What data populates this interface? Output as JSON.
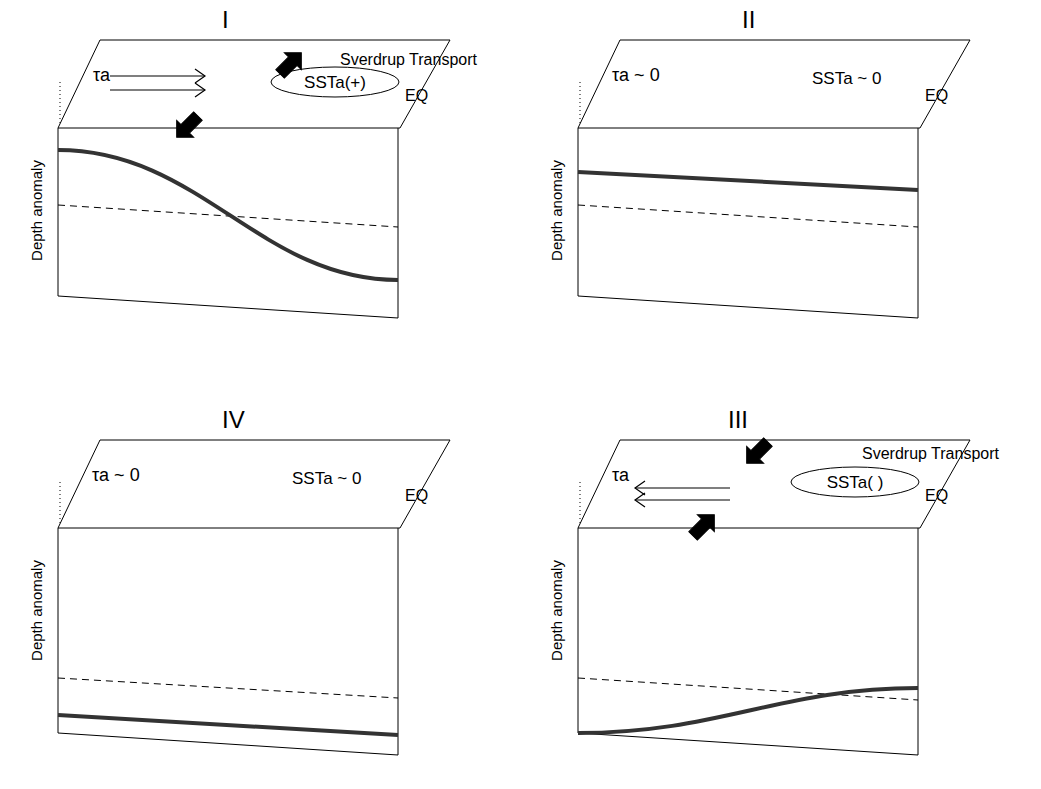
{
  "diagram": {
    "nodes": [
      {
        "text": [
          "SSTa(+)"
        ]
      },
      {
        "text": [
          "SSTa( )"
        ]
      }
    ],
    "labels": [
      "I",
      "Sverdrup Transport",
      "τa",
      "EQ",
      "Depth anomaly",
      "II",
      "τa ~ 0",
      "SSTa ~ 0",
      "EQ",
      "Depth anomaly",
      "IV",
      "τa ~ 0",
      "SSTa ~ 0",
      "EQ",
      "Depth anomaly",
      "III",
      "Sverdrup Transport",
      "τa",
      "EQ",
      "Depth anomaly"
    ]
  }
}
